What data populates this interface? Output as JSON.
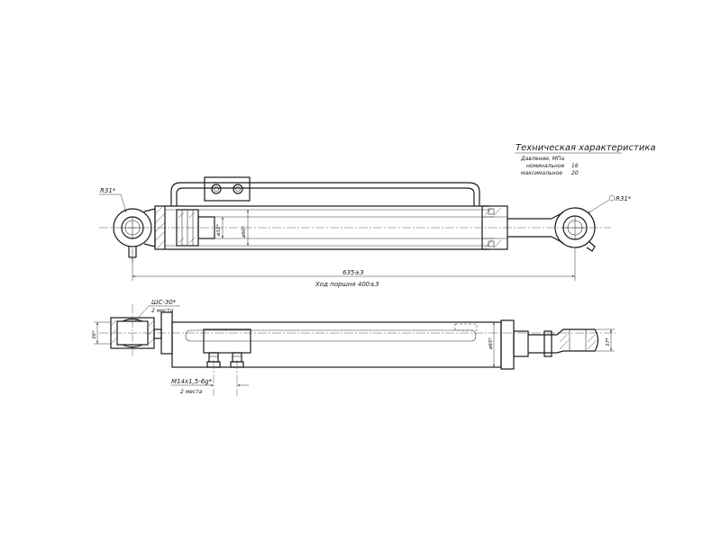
{
  "specs": {
    "title": "Техническая характеристика",
    "pressure_label": "Давление, МПа",
    "nominal_label": "номинальное",
    "nominal_value": "16",
    "max_label": "максимальное",
    "max_value": "20"
  },
  "top_view": {
    "left_eye_radius": "R31*",
    "right_eye_radius": "R31*",
    "rod_diameter": "ø32*",
    "bore_diameter": "ø60*",
    "overall_length": "635±3",
    "stroke_length": "Ход поршня 400±3"
  },
  "bottom_view": {
    "ball_joint": "ШС-30*",
    "ball_joint_count": "2 места",
    "ball_width": "36*",
    "port_thread": "М14x1,5-6g*",
    "port_count": "2 места",
    "tube_diameter": "ø65*",
    "rod_end_width": "37*"
  }
}
